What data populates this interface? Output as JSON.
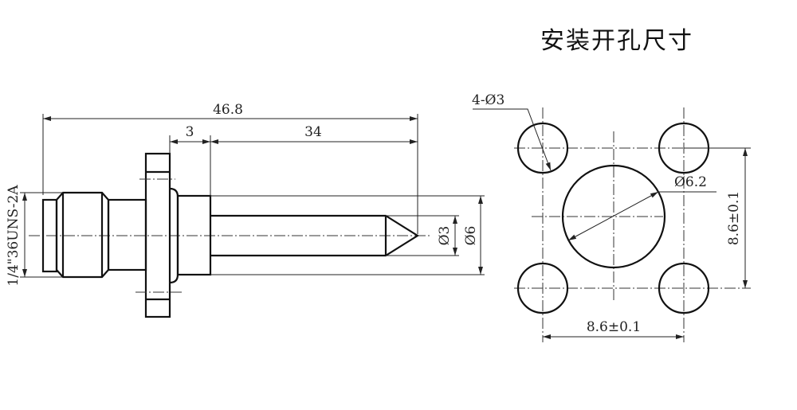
{
  "title": "安装开孔尺寸",
  "side_view": {
    "overall_length": "46.8",
    "flange_thickness": "3",
    "pin_length": "34",
    "pin_diameter": "Ø3",
    "body_diameter": "Ø6",
    "thread_spec": "1/4\"36UNS-2A"
  },
  "panel_cutout": {
    "mount_holes": "4-Ø3",
    "center_hole": "Ø6.2",
    "hole_spacing_vertical": "8.6±0.1",
    "hole_spacing_horizontal": "8.6±0.1"
  }
}
